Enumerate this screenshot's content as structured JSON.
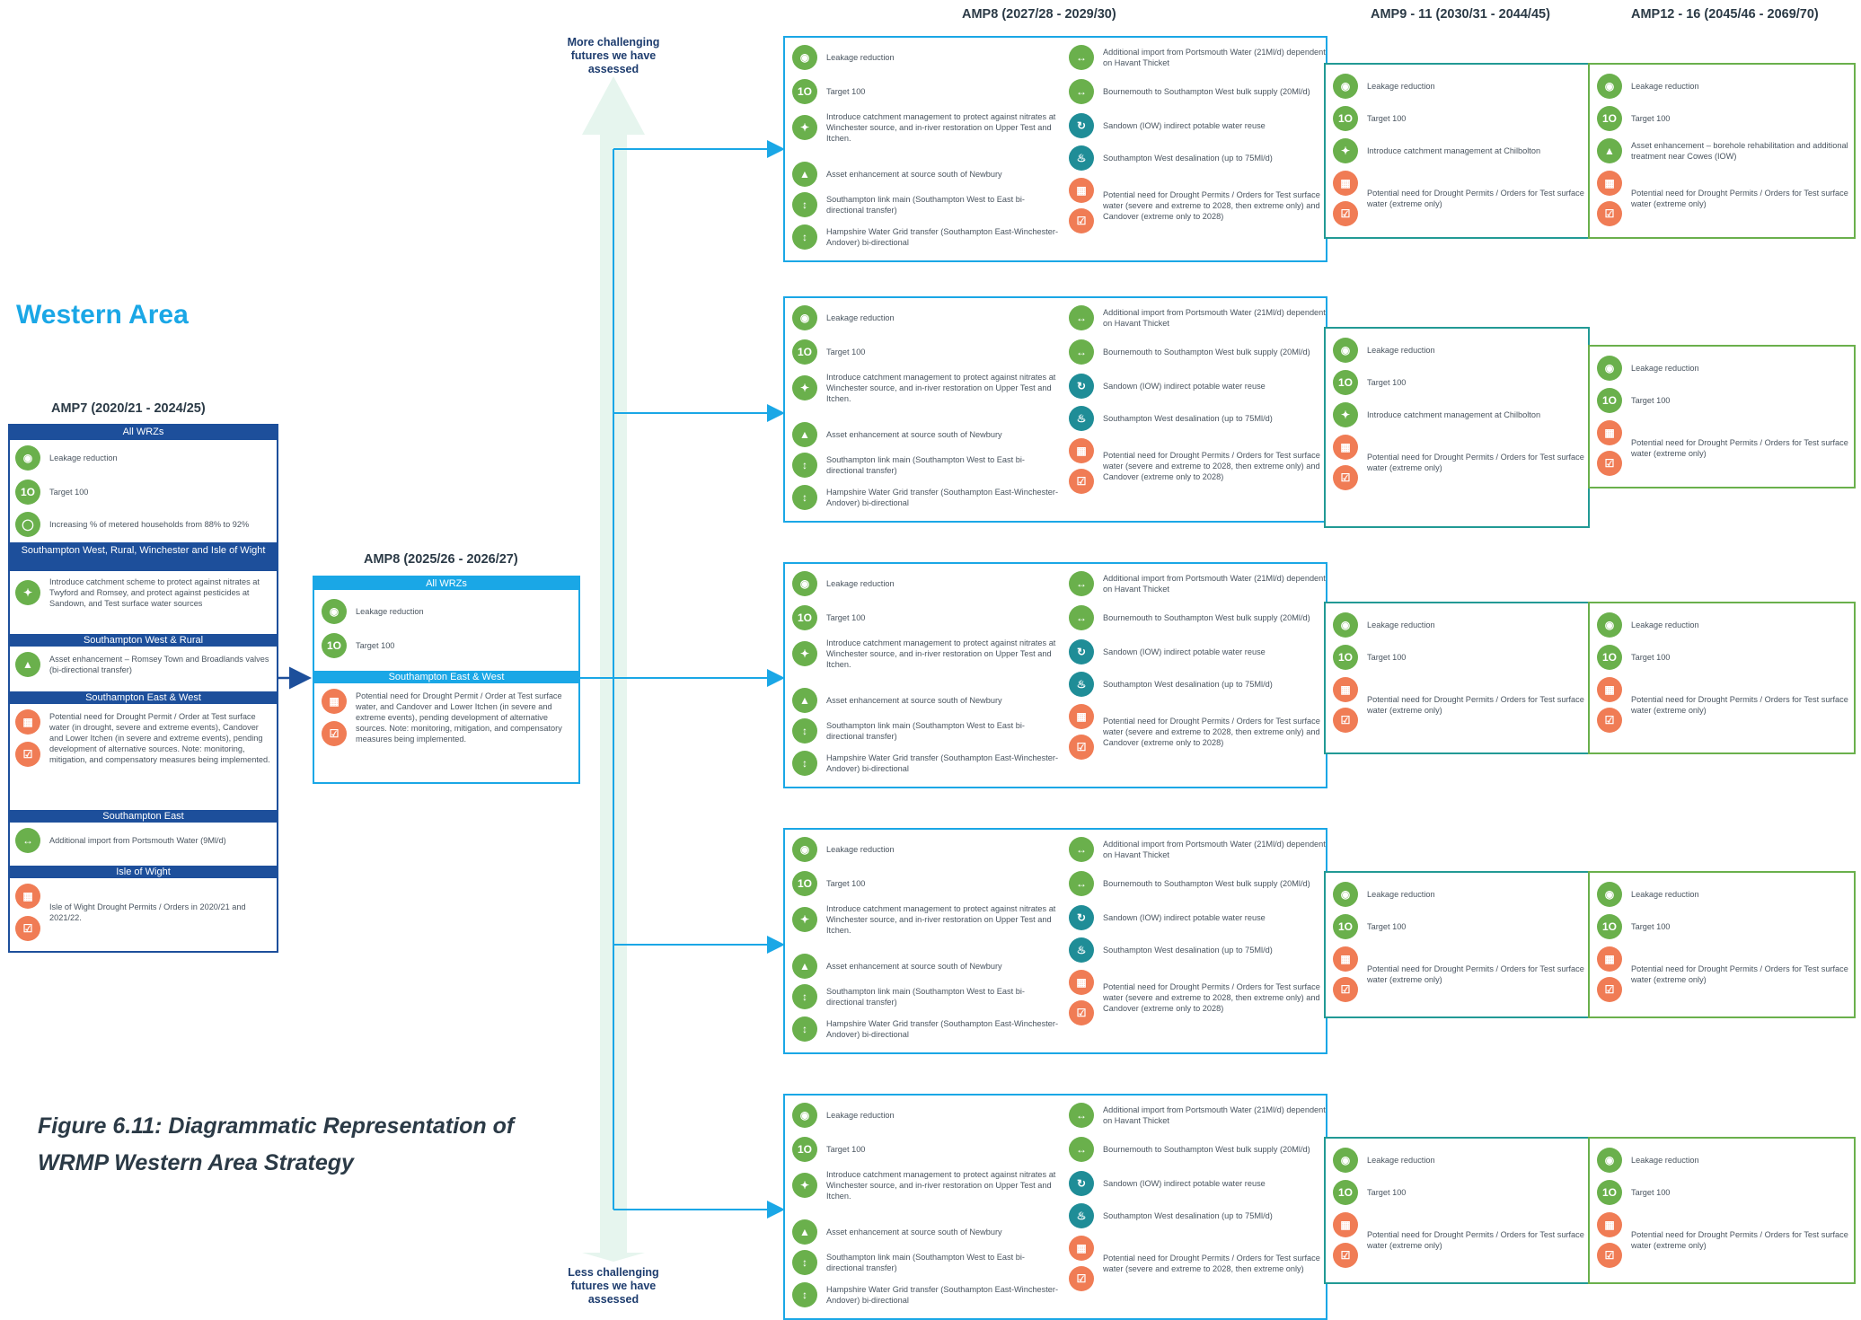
{
  "header": {
    "west_title": "Western Area",
    "amp8_long": "AMP8 (2027/28 - 2029/30)",
    "amp9": "AMP9 - 11 (2030/31 - 2044/45)",
    "amp12": "AMP12 - 16 (2045/46 - 2069/70)",
    "amp7": "AMP7 (2020/21 - 2024/25)",
    "amp8_short": "AMP8 (2025/26 - 2026/27)"
  },
  "futures": {
    "more": "More challenging futures we have assessed",
    "less": "Less challenging futures we have assessed"
  },
  "caption": "Figure 6.11: Diagrammatic Representation of WRMP Western Area Strategy",
  "amp7": {
    "bar_all": "All WRZs",
    "leakage": "Leakage reduction",
    "target": "Target 100",
    "metered": "Increasing % of metered households from 88% to 92%",
    "bar_sw": "Southampton West, Rural, Winchester and Isle of Wight",
    "catchment": "Introduce catchment scheme to protect against nitrates at Twyford and Romsey, and protect against pesticides at Sandown, and Test surface water sources",
    "bar_swr": "Southampton West & Rural",
    "asset": "Asset enhancement – Romsey Town and Broadlands valves (bi-directional transfer)",
    "bar_sew": "Southampton East & West",
    "drought": "Potential need for Drought Permit / Order at Test surface water (in drought, severe and extreme events), Candover and Lower Itchen (in severe and extreme events), pending development of alternative sources. Note: monitoring, mitigation, and compensatory measures being implemented.",
    "bar_se": "Southampton East",
    "import": "Additional import from Portsmouth Water (9Ml/d)",
    "bar_iow": "Isle of Wight",
    "iow": "Isle of Wight Drought Permits / Orders in 2020/21 and 2021/22."
  },
  "amp8s": {
    "bar_all": "All WRZs",
    "leakage": "Leakage reduction",
    "target": "Target 100",
    "bar_sew": "Southampton East & West",
    "drought": "Potential need for Drought Permit / Order at Test surface water,  and Candover and Lower Itchen (in severe and extreme events), pending development of alternative sources. Note: monitoring, mitigation, and compensatory measures being implemented."
  },
  "amp8l": {
    "leakage": "Leakage reduction",
    "target": "Target 100",
    "catchment": "Introduce catchment management to protect against nitrates at Winchester source, and in-river restoration on Upper Test and Itchen.",
    "asset": "Asset enhancement at source south of Newbury",
    "link": "Southampton link main (Southampton West to East bi-directional transfer)",
    "grid": "Hampshire Water Grid transfer (Southampton East-Winchester-Andover) bi-directional",
    "import": "Additional import from Portsmouth Water (21Ml/d) dependent on Havant Thicket",
    "bulk": "Bournemouth to Southampton West bulk supply (20Ml/d)",
    "sandown": "Sandown (IOW) indirect potable water reuse",
    "desal": "Southampton West desalination (up to 75Ml/d)",
    "drought_1": "Potential need for Drought Permits / Orders for Test surface water (severe and extreme to 2028, then extreme only) and Candover (extreme only to 2028)",
    "drought_2": "Potential need for Drought Permits / Orders for Test surface water (severe and extreme to 2028, then extreme only) and Candover (extreme only to 2028)",
    "drought_3": "Potential need for Drought Permits / Orders for Test surface water (severe and extreme to 2028, then extreme only) and Candover (extreme only to 2028)",
    "drought_4": "Potential need for Drought Permits / Orders for Test surface water (severe and extreme to 2028, then extreme only) and Candover (extreme only to 2028)",
    "drought_5": "Potential need for Drought Permits / Orders for Test surface water (severe and extreme to 2028, then extreme only)"
  },
  "amp9": {
    "leakage": "Leakage reduction",
    "target": "Target 100",
    "chilbolton": "Introduce catchment management at Chilbolton",
    "drought": "Potential need for Drought Permits / Orders for Test surface water (extreme only)"
  },
  "amp12": {
    "leakage": "Leakage reduction",
    "target": "Target 100",
    "cowes": "Asset enhancement – borehole rehabilitation and additional treatment near Cowes (IOW)",
    "drought": "Potential need for Drought Permits / Orders for Test surface water (extreme only)"
  },
  "colors": {
    "blue": "#1aa7e6",
    "navy": "#1d4f9b",
    "teal": "#229a95",
    "green": "#6ab04c",
    "orange": "#f07c55"
  }
}
